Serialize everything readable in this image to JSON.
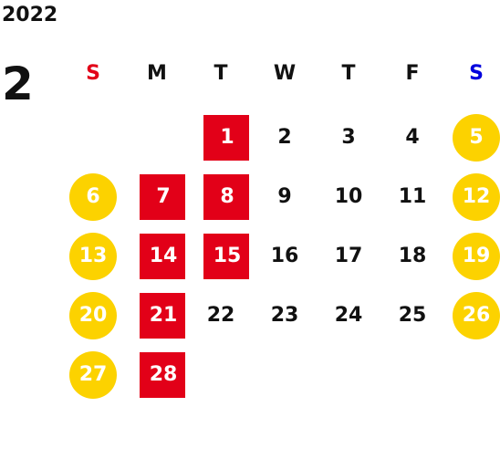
{
  "year": "2022",
  "month": "2",
  "weekdays": [
    "S",
    "M",
    "T",
    "W",
    "T",
    "F",
    "S"
  ],
  "weekday_colors": [
    "#e20018",
    "#111111",
    "#111111",
    "#111111",
    "#111111",
    "#111111",
    "#0000dd"
  ],
  "colors": {
    "red_box": "#e20018",
    "yellow_circle": "#fcd200",
    "text_on_mark": "#ffffff"
  },
  "days": [
    {
      "d": "1",
      "col": 2,
      "row": 0,
      "style": "red"
    },
    {
      "d": "2",
      "col": 3,
      "row": 0,
      "style": "plain"
    },
    {
      "d": "3",
      "col": 4,
      "row": 0,
      "style": "plain"
    },
    {
      "d": "4",
      "col": 5,
      "row": 0,
      "style": "plain"
    },
    {
      "d": "5",
      "col": 6,
      "row": 0,
      "style": "yellow"
    },
    {
      "d": "6",
      "col": 0,
      "row": 1,
      "style": "yellow"
    },
    {
      "d": "7",
      "col": 1,
      "row": 1,
      "style": "red"
    },
    {
      "d": "8",
      "col": 2,
      "row": 1,
      "style": "red"
    },
    {
      "d": "9",
      "col": 3,
      "row": 1,
      "style": "plain"
    },
    {
      "d": "10",
      "col": 4,
      "row": 1,
      "style": "plain"
    },
    {
      "d": "11",
      "col": 5,
      "row": 1,
      "style": "plain"
    },
    {
      "d": "12",
      "col": 6,
      "row": 1,
      "style": "yellow"
    },
    {
      "d": "13",
      "col": 0,
      "row": 2,
      "style": "yellow"
    },
    {
      "d": "14",
      "col": 1,
      "row": 2,
      "style": "red"
    },
    {
      "d": "15",
      "col": 2,
      "row": 2,
      "style": "red"
    },
    {
      "d": "16",
      "col": 3,
      "row": 2,
      "style": "plain"
    },
    {
      "d": "17",
      "col": 4,
      "row": 2,
      "style": "plain"
    },
    {
      "d": "18",
      "col": 5,
      "row": 2,
      "style": "plain"
    },
    {
      "d": "19",
      "col": 6,
      "row": 2,
      "style": "yellow"
    },
    {
      "d": "20",
      "col": 0,
      "row": 3,
      "style": "yellow"
    },
    {
      "d": "21",
      "col": 1,
      "row": 3,
      "style": "red"
    },
    {
      "d": "22",
      "col": 2,
      "row": 3,
      "style": "plain"
    },
    {
      "d": "23",
      "col": 3,
      "row": 3,
      "style": "plain"
    },
    {
      "d": "24",
      "col": 4,
      "row": 3,
      "style": "plain"
    },
    {
      "d": "25",
      "col": 5,
      "row": 3,
      "style": "plain"
    },
    {
      "d": "26",
      "col": 6,
      "row": 3,
      "style": "yellow"
    },
    {
      "d": "27",
      "col": 0,
      "row": 4,
      "style": "yellow"
    },
    {
      "d": "28",
      "col": 1,
      "row": 4,
      "style": "red"
    }
  ]
}
